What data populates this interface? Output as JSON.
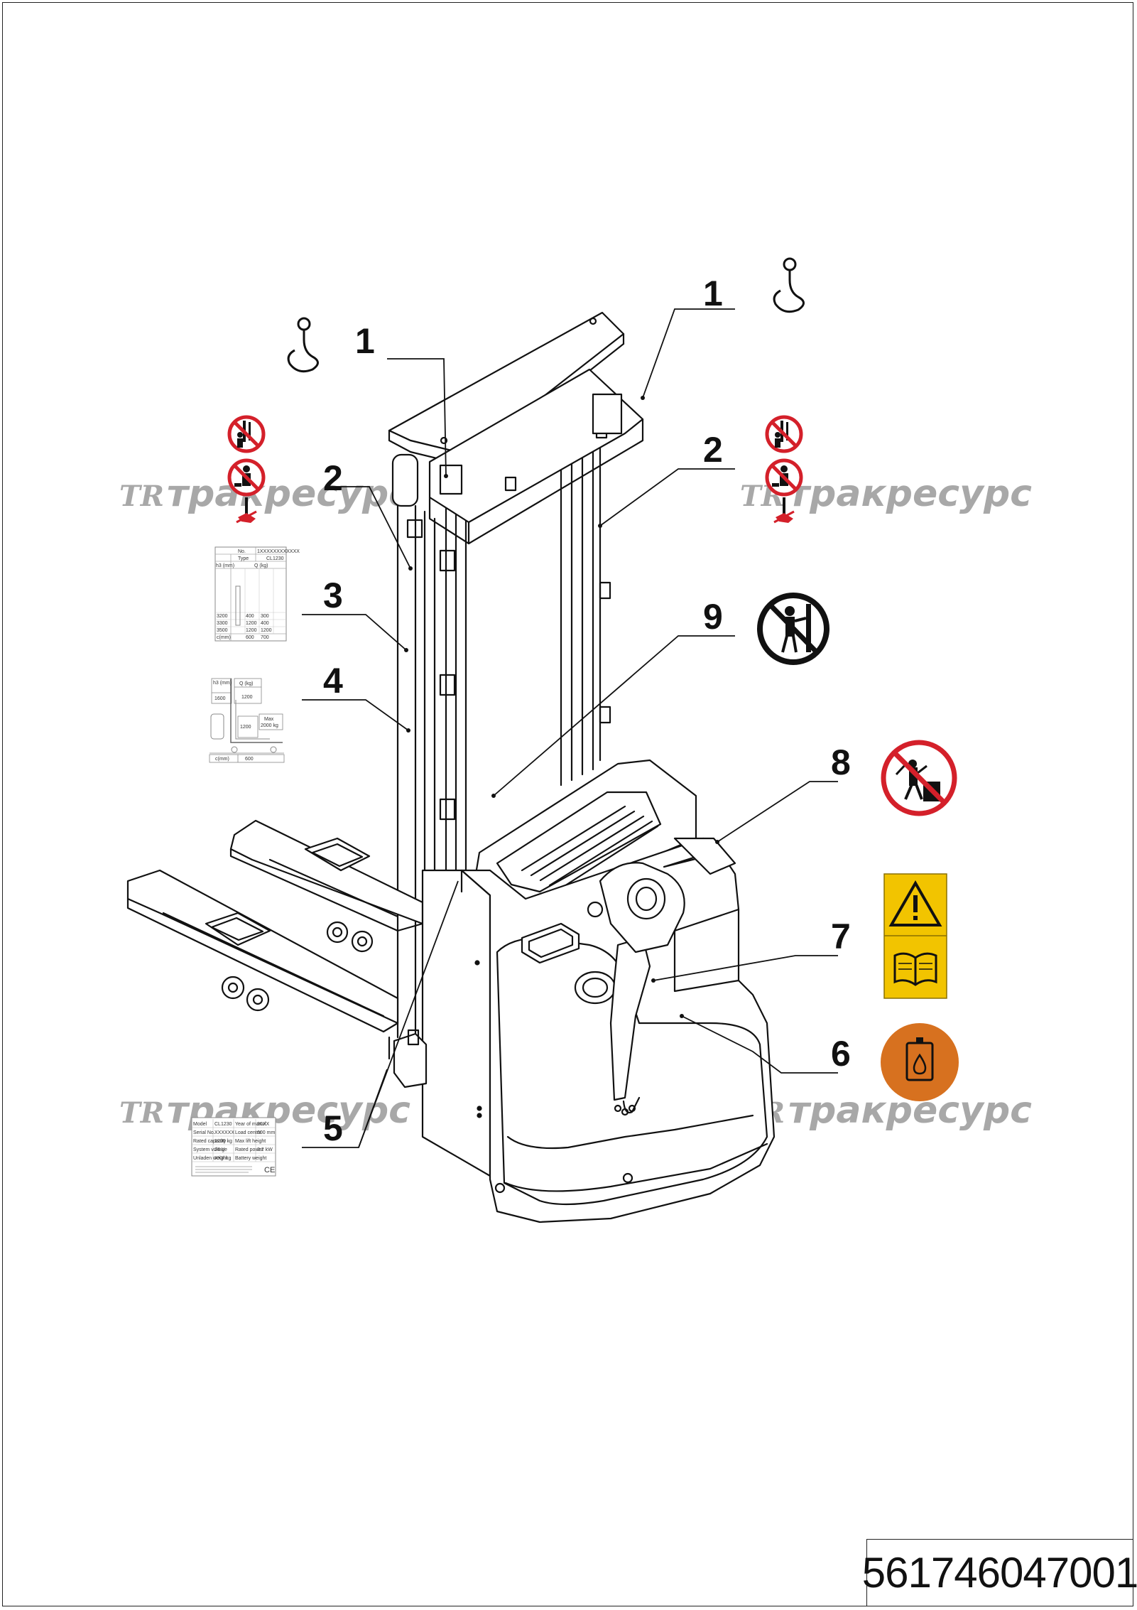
{
  "callouts": {
    "c1a": "1",
    "c1b": "1",
    "c2a": "2",
    "c2b": "2",
    "c3": "3",
    "c4": "4",
    "c5": "5",
    "c6": "6",
    "c7": "7",
    "c8": "8",
    "c9": "9"
  },
  "watermark": {
    "logo": "TR",
    "text": "тракресурс"
  },
  "decal_3": {
    "header_cells": [
      "No.",
      "1XXXXXXXXXXXX",
      "Type",
      "CL1230"
    ],
    "col_label": "Q (kg)",
    "row_label": "h3 (mm)",
    "rows": [
      [
        "3200",
        "400",
        "300"
      ],
      [
        "3300",
        "1200",
        "400"
      ],
      [
        "3500",
        "1200",
        "1200"
      ]
    ],
    "footer": [
      "c(mm)",
      "600",
      "700"
    ]
  },
  "decal_4": {
    "h3_label": "h3 (mm)",
    "h3_value": "1600",
    "q_label": "Q (kg)",
    "q_value": "1200",
    "q_value2": "1200",
    "max_label": "Max",
    "max_value": "2000 kg",
    "c_label": "c(mm)",
    "c_value": "600"
  },
  "decal_5": {
    "rows": [
      [
        "Model",
        "CL1230",
        "Year of manuf.",
        "20XX"
      ],
      [
        "Serial No.",
        "XXXXXX",
        "Load centre",
        "600 mm"
      ],
      [
        "Rated capacity",
        "1200 kg",
        "Max lift height",
        ""
      ],
      [
        "System voltage",
        "24 V",
        "Rated power",
        "2.2 kW"
      ],
      [
        "Unladen weight",
        "XXX kg",
        "Battery weight",
        ""
      ]
    ],
    "ce": "CE"
  },
  "doc_number": "561746047001",
  "colors": {
    "prohibition_red": "#d4202a",
    "warning_yellow": "#f2c400",
    "oil_orange": "#d7711f",
    "line": "#111111"
  },
  "icons": [
    "hook-icon",
    "no-stand-under-load-icon",
    "no-stand-on-forks-icon",
    "no-pinch-icon",
    "no-riding-icon",
    "warning-icon",
    "read-manual-icon",
    "oil-level-icon"
  ]
}
